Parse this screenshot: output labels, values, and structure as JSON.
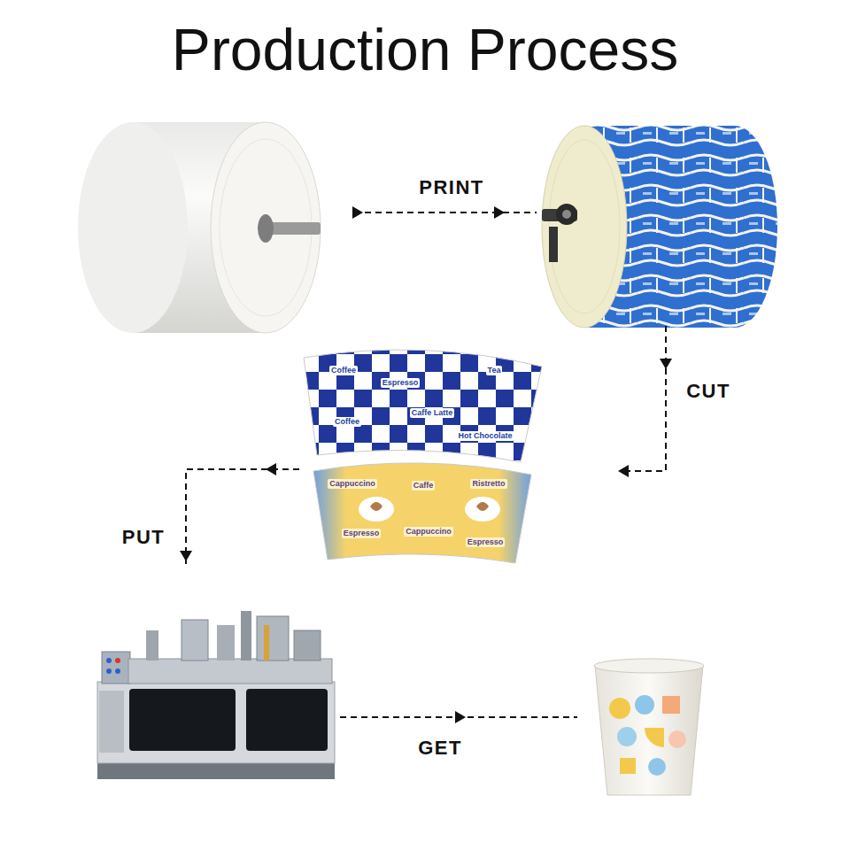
{
  "diagram": {
    "title": "Production Process",
    "labels": [
      "PRINT",
      "CUT",
      "PUT",
      "GET",
      "Coffee",
      "Espresso",
      "Tea",
      "Coffee",
      "Caffe Latte",
      "Hot Chocolate",
      "Cappuccino",
      "Caffe",
      "Ristretto",
      "Espresso",
      "Cappuccino",
      "Espresso"
    ]
  }
}
